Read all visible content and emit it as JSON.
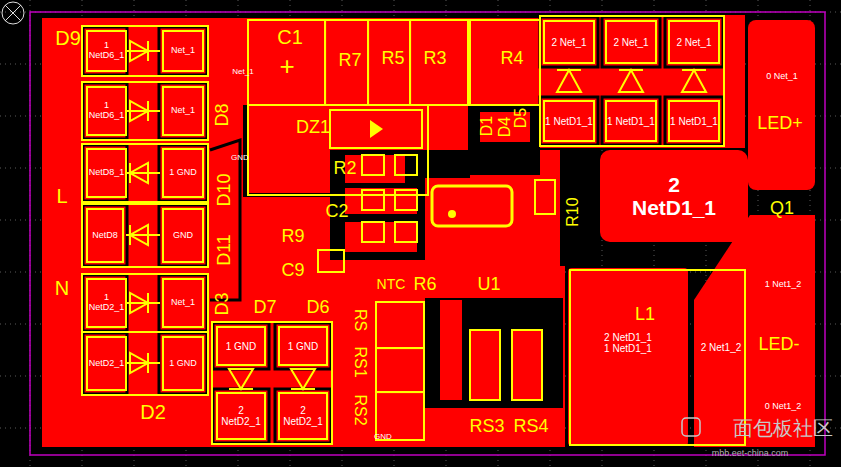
{
  "diagram": {
    "nodes": [
      {
        "text": [
          "1 NetD6_1"
        ]
      },
      {
        "text": [
          "Net_1"
        ]
      },
      {
        "text": [
          "1 NetD6_1"
        ]
      },
      {
        "text": [
          "Net_1"
        ]
      },
      {
        "text": [
          "NetD8_1"
        ]
      },
      {
        "text": [
          "1 GND"
        ]
      },
      {
        "text": [
          "NetD8"
        ]
      },
      {
        "text": [
          "GND"
        ]
      },
      {
        "text": [
          "1 NetD2_1"
        ]
      },
      {
        "text": [
          "Net_1"
        ]
      },
      {
        "text": [
          "NetD2_1"
        ]
      },
      {
        "text": [
          "1 GND"
        ]
      },
      {
        "text": [
          "1 GND"
        ]
      },
      {
        "text": [
          "2 NetD2_1"
        ]
      },
      {
        "text": [
          "1 GND"
        ]
      },
      {
        "text": [
          "2 NetD2_1"
        ]
      },
      {
        "text": [
          "2 Net_1"
        ]
      },
      {
        "text": [
          "2 Net_1"
        ]
      },
      {
        "text": [
          "2 Net_1"
        ]
      },
      {
        "text": [
          "1 NetD1_1"
        ]
      },
      {
        "text": [
          "1 NetD1_1"
        ]
      },
      {
        "text": [
          "1 NetD1_1"
        ]
      },
      {
        "text": [
          "2",
          "NetD1_1"
        ]
      },
      {
        "text": [
          "2 NetD1_1",
          "1 NetD1_1"
        ]
      },
      {
        "text": [
          "2 Net1_2"
        ]
      },
      {
        "text": [
          "0 Net_1"
        ]
      },
      {
        "text": [
          "1 Net1_2",
          "0 Net1_2"
        ]
      }
    ],
    "labels": [
      "D9",
      "C1",
      "R7",
      "R5",
      "R3",
      "R4",
      "+",
      "D8",
      "DZ1",
      "D1",
      "D4",
      "D5",
      "R2",
      "R10",
      "L",
      "C2",
      "R9",
      "D10",
      "D11",
      "Q1",
      "C9",
      "NTC",
      "R6",
      "U1",
      "N",
      "D3",
      "D7",
      "D6",
      "RS",
      "RS1",
      "RS2",
      "L1",
      "LED+",
      "LED-",
      "RS3",
      "RS4",
      "D2",
      "GND",
      "Net_1",
      "GND",
      "面包板社区",
      "mbb.eet-china.com"
    ]
  }
}
